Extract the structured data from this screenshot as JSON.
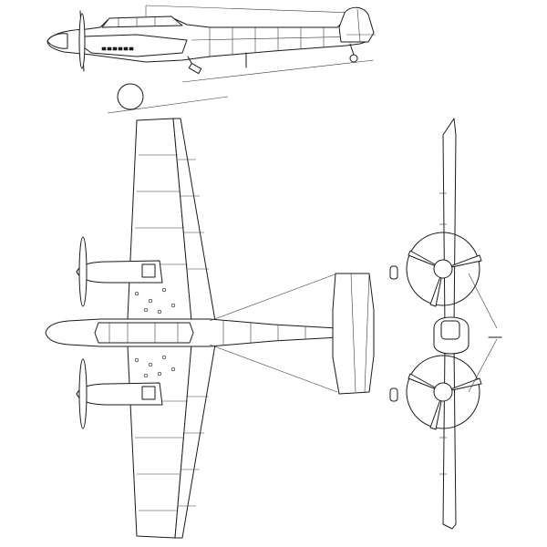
{
  "drawing": {
    "subject": "",
    "views": [
      {
        "id": "side",
        "label": ""
      },
      {
        "id": "top",
        "label": ""
      },
      {
        "id": "front",
        "label": ""
      }
    ]
  },
  "palette": {
    "line": "#1a1a1a",
    "background": "#ffffff"
  }
}
